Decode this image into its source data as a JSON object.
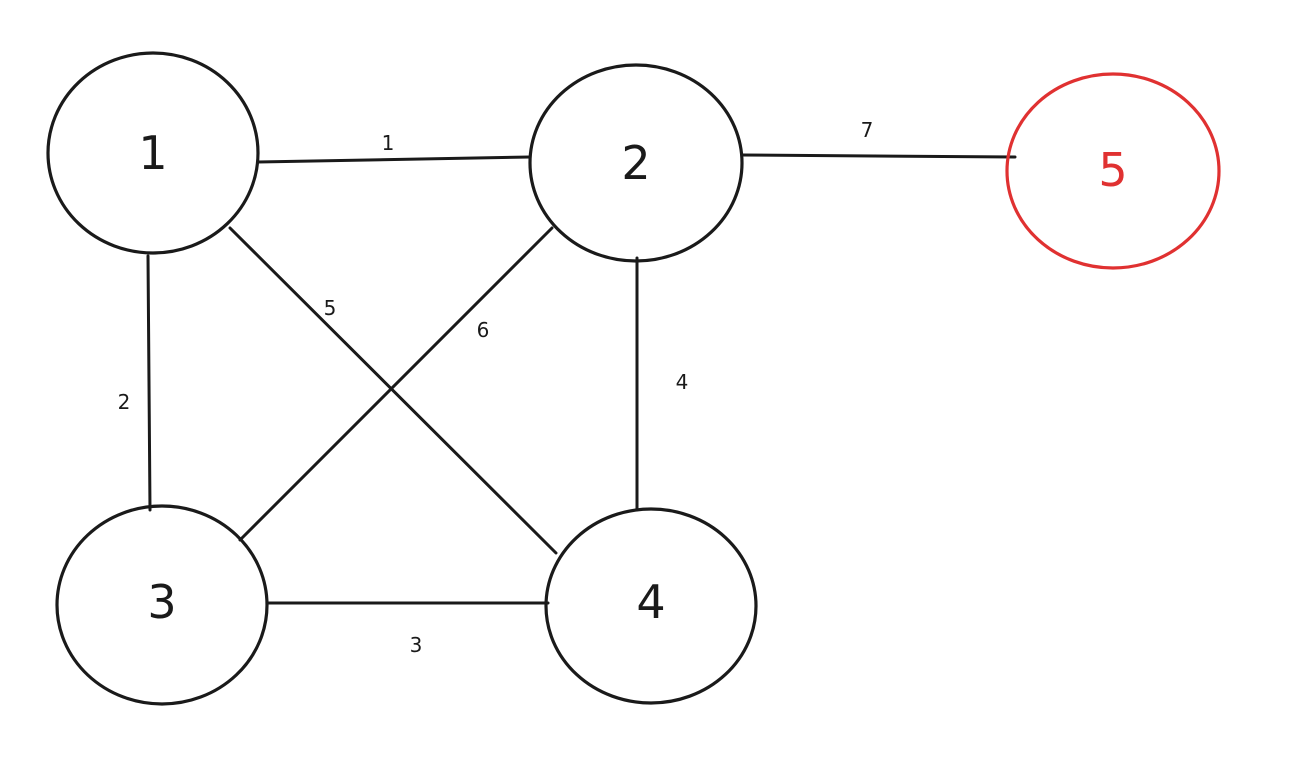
{
  "graph": {
    "default_color": "#1a1a1a",
    "highlight_color": "#e03131",
    "nodes": [
      {
        "id": "1",
        "label": "1",
        "color": "#1a1a1a"
      },
      {
        "id": "2",
        "label": "2",
        "color": "#1a1a1a"
      },
      {
        "id": "3",
        "label": "3",
        "color": "#1a1a1a"
      },
      {
        "id": "4",
        "label": "4",
        "color": "#1a1a1a"
      },
      {
        "id": "5",
        "label": "5",
        "color": "#e03131"
      }
    ],
    "edges": [
      {
        "from": "1",
        "to": "2",
        "weight": "1"
      },
      {
        "from": "1",
        "to": "3",
        "weight": "2"
      },
      {
        "from": "3",
        "to": "4",
        "weight": "3"
      },
      {
        "from": "2",
        "to": "4",
        "weight": "4"
      },
      {
        "from": "1",
        "to": "4",
        "weight": "5"
      },
      {
        "from": "2",
        "to": "3",
        "weight": "6"
      },
      {
        "from": "2",
        "to": "5",
        "weight": "7"
      }
    ]
  }
}
